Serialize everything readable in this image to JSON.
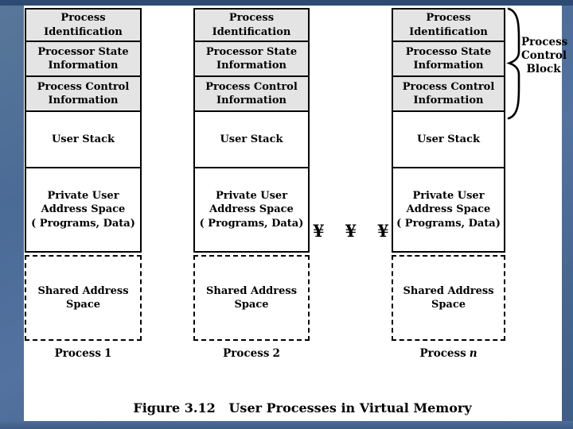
{
  "figure": {
    "caption": "Figure 3.12   User Processes in Virtual Memory",
    "ellipsis": "¥   ¥   ¥",
    "brace_label": "Process\nControl\nBlock"
  },
  "columns": [
    {
      "label_prefix": "Process",
      "label_suffix": "1",
      "boxes": {
        "process_identification": "Process\nIdentification",
        "processor_state": "Processor State\nInformation",
        "process_control": "Process Control\nInformation",
        "user_stack": "User Stack",
        "private_address": "Private User\nAddress Space\n( Programs, Data)",
        "shared_address": "Shared Address\nSpace"
      }
    },
    {
      "label_prefix": "Process",
      "label_suffix": "2",
      "boxes": {
        "process_identification": "Process\nIdentification",
        "processor_state": "Processor State\nInformation",
        "process_control": "Process Control\nInformation",
        "user_stack": "User Stack",
        "private_address": "Private User\nAddress Space\n( Programs, Data)",
        "shared_address": "Shared Address\nSpace"
      }
    },
    {
      "label_prefix": "Process",
      "label_suffix": "n",
      "boxes": {
        "process_identification": "Process\nIdentification",
        "processor_state": "Processo State\nInformation",
        "process_control": "Process Control\nInformation",
        "user_stack": "User Stack",
        "private_address": "Private User\nAddress Space\n( Programs, Data)",
        "shared_address": "Shared Address\nSpace"
      }
    }
  ],
  "colors": {
    "slide_background": "#ffffff",
    "shaded_box": "#e4e4e4",
    "border_blue": "#4b6b97",
    "top_bar": "#2d4b72"
  }
}
